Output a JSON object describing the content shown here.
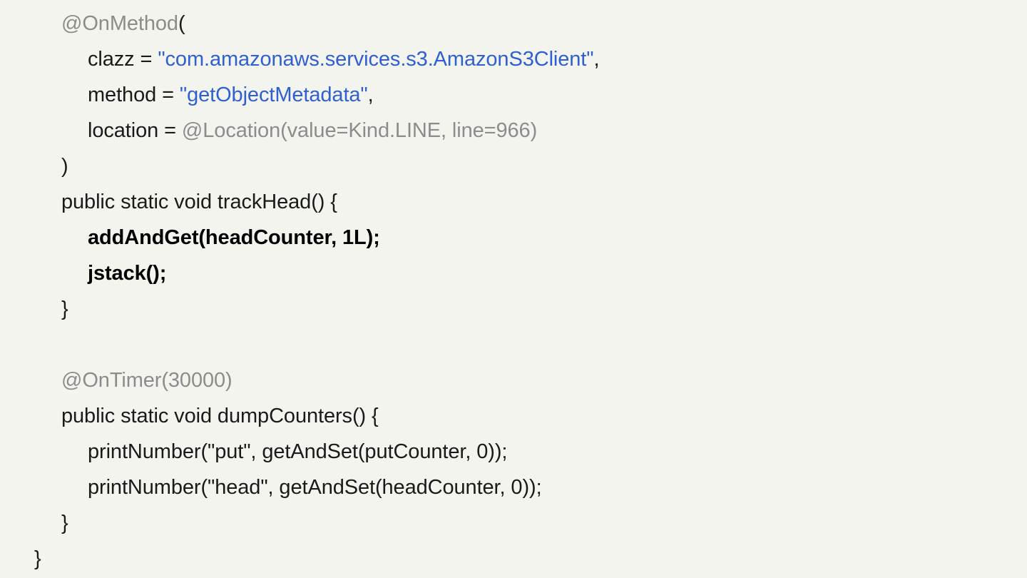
{
  "slide": {
    "background_color": "#f4f4ef",
    "kind": "code-snippet",
    "language": "java",
    "colors": {
      "plain_text": "#1a1a1a",
      "annotation_gray": "#8c8c8c",
      "string_blue": "#2f5fd0",
      "bold_black": "#000000",
      "background": "#f4f4ef"
    }
  },
  "code": {
    "lines": [
      {
        "id": "line-onmethod-open",
        "indent": 1,
        "text": "@OnMethod(",
        "tokens": [
          {
            "t": "@OnMethod",
            "style": "annot"
          },
          {
            "t": "(",
            "style": "punct"
          }
        ]
      },
      {
        "id": "line-clazz",
        "indent": 2,
        "text": "clazz = \"com.amazonaws.services.s3.AmazonS3Client\",",
        "tokens": [
          {
            "t": "clazz = ",
            "style": "plain"
          },
          {
            "t": "\"com.amazonaws.services.s3.AmazonS3Client\"",
            "style": "string"
          },
          {
            "t": ",",
            "style": "punct"
          }
        ]
      },
      {
        "id": "line-method",
        "indent": 2,
        "text": "method = \"getObjectMetadata\",",
        "tokens": [
          {
            "t": "method = ",
            "style": "plain"
          },
          {
            "t": "\"getObjectMetadata\"",
            "style": "string"
          },
          {
            "t": ",",
            "style": "punct"
          }
        ]
      },
      {
        "id": "line-location",
        "indent": 2,
        "text": "location = @Location(value=Kind.LINE, line=966)",
        "tokens": [
          {
            "t": "location = ",
            "style": "plain"
          },
          {
            "t": "@Location(value=Kind.LINE, line=966)",
            "style": "annot"
          }
        ]
      },
      {
        "id": "line-onmethod-close",
        "indent": 1,
        "text": ")",
        "tokens": [
          {
            "t": ")",
            "style": "plain"
          }
        ]
      },
      {
        "id": "line-trackhead-sig",
        "indent": 1,
        "text": "public static void trackHead() {",
        "tokens": [
          {
            "t": "public static void trackHead() {",
            "style": "plain"
          }
        ]
      },
      {
        "id": "line-addandget",
        "indent": 2,
        "text": "addAndGet(headCounter, 1L);",
        "tokens": [
          {
            "t": "addAndGet(headCounter, 1L);",
            "style": "bold"
          }
        ]
      },
      {
        "id": "line-jstack",
        "indent": 2,
        "text": "jstack();",
        "tokens": [
          {
            "t": "jstack();",
            "style": "bold"
          }
        ]
      },
      {
        "id": "line-trackhead-close",
        "indent": 1,
        "text": "}",
        "tokens": [
          {
            "t": "}",
            "style": "plain"
          }
        ]
      },
      {
        "id": "line-blank-1",
        "indent": 1,
        "text": "",
        "tokens": []
      },
      {
        "id": "line-ontimer",
        "indent": 1,
        "text": "@OnTimer(30000)",
        "tokens": [
          {
            "t": "@OnTimer(30000)",
            "style": "annot"
          }
        ]
      },
      {
        "id": "line-dumpcounters-sig",
        "indent": 1,
        "text": "public static void dumpCounters() {",
        "tokens": [
          {
            "t": "public static void dumpCounters() {",
            "style": "plain"
          }
        ]
      },
      {
        "id": "line-printnumber-put",
        "indent": 2,
        "text": "printNumber(\"put\", getAndSet(putCounter, 0));",
        "tokens": [
          {
            "t": "printNumber(\"put\", getAndSet(putCounter, 0));",
            "style": "plain"
          }
        ]
      },
      {
        "id": "line-printnumber-head",
        "indent": 2,
        "text": "printNumber(\"head\", getAndSet(headCounter, 0));",
        "tokens": [
          {
            "t": "printNumber(\"head\", getAndSet(headCounter, 0));",
            "style": "plain"
          }
        ]
      },
      {
        "id": "line-dumpcounters-close",
        "indent": 1,
        "text": "}",
        "tokens": [
          {
            "t": "}",
            "style": "plain"
          }
        ]
      },
      {
        "id": "line-class-close",
        "indent": 0,
        "text": "}",
        "tokens": [
          {
            "t": "}",
            "style": "plain"
          }
        ]
      }
    ]
  }
}
